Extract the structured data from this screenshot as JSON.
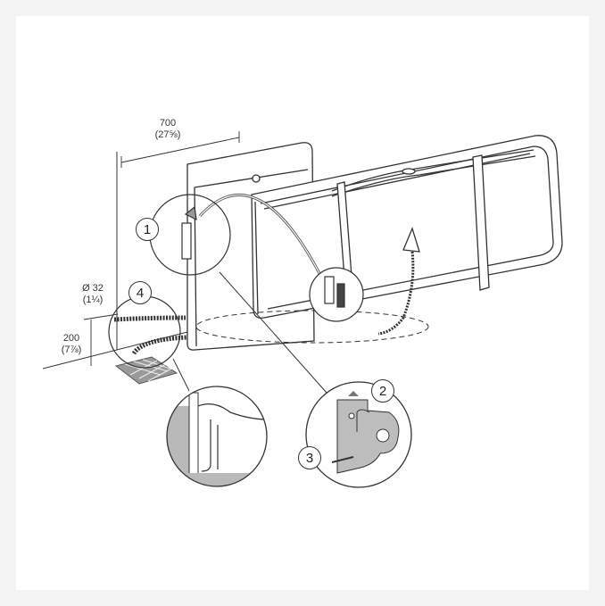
{
  "dimensions": {
    "width_mm": "700",
    "width_in": "(27⅝)",
    "diameter_mm": "Ø 32",
    "diameter_in": "(1¼)",
    "height_mm": "200",
    "height_in": "(7⅞)"
  },
  "callouts": [
    "1",
    "2",
    "3",
    "4"
  ],
  "colors": {
    "line": "#333333",
    "fill_light": "#ffffff",
    "shade": "#b9b9b9",
    "grid": "#555555",
    "background": "#f3f3f3"
  }
}
